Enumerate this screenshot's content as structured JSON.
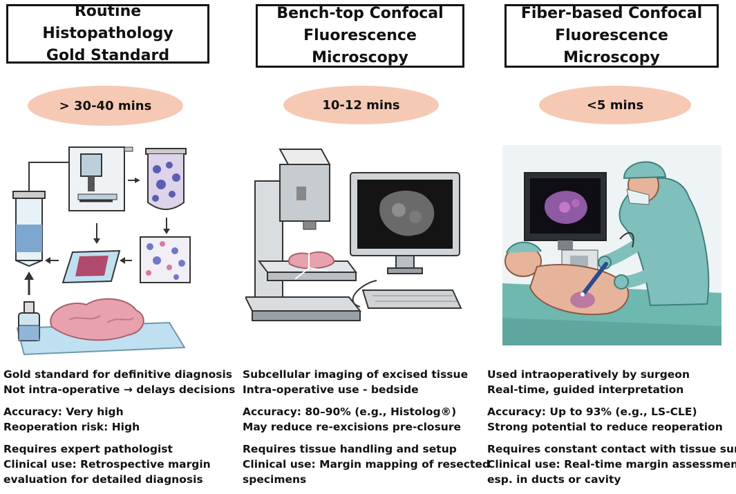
{
  "columns": [
    {
      "title": "Routine Histopathology\nGold Standard",
      "time": "> 30-40 mins",
      "paragraphs": [
        [
          "Gold standard for definitive diagnosis",
          "Not intra-operative → delays decisions"
        ],
        [
          "Accuracy: Very high",
          "Reoperation risk: High"
        ],
        [
          "Requires expert pathologist",
          "Clinical use: Retrospective margin",
          "evaluation for detailed diagnosis"
        ]
      ],
      "illustration_icon": "histopathology-workflow-icon"
    },
    {
      "title": "Bench-top Confocal\nFluorescence Microscopy",
      "time": "10-12 mins",
      "paragraphs": [
        [
          "Subcellular imaging of excised tissue",
          "Intra-operative use - bedside"
        ],
        [
          "Accuracy: 80–90% (e.g., Histolog®)",
          "May reduce re-excisions pre-closure"
        ],
        [
          "Requires tissue handling and setup",
          "Clinical use: Margin mapping of resected",
          "specimens"
        ]
      ],
      "illustration_icon": "benchtop-microscope-icon"
    },
    {
      "title": "Fiber-based Confocal\nFluorescence Microscopy",
      "time": "<5 mins",
      "paragraphs": [
        [
          "Used intraoperatively by surgeon",
          "Real-time, guided interpretation"
        ],
        [
          "Accuracy: Up to 93% (e.g., LS-CLE)",
          "Strong potential to reduce reoperation"
        ],
        [
          "Requires constant contact with tissue surface",
          "Clinical use: Real-time margin assessment,",
          "esp. in ducts or cavity"
        ]
      ],
      "illustration_icon": "surgeon-probe-icon"
    }
  ]
}
